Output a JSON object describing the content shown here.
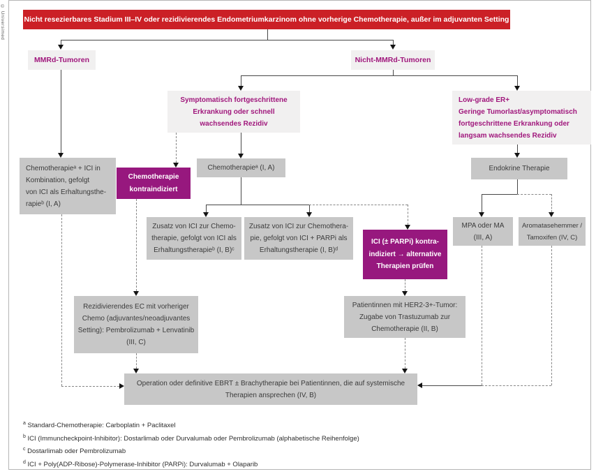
{
  "meta": {
    "copyright": "© Universimed"
  },
  "colors": {
    "red": "#cb2026",
    "magenta": "#97187e",
    "magenta_text": "#a0177c",
    "gray_box": "#c7c7c7",
    "light_box": "#f1f0f0"
  },
  "banner": {
    "text": "Nicht resezierbares Stadium III–IV oder rezidivierendes Endometriumkarzinom ohne vorherige Chemotherapie, außer im adjuvanten Setting"
  },
  "nodes": {
    "mmrd": {
      "label": "MMRd-Tumoren"
    },
    "nicht_mmrd": {
      "label": "Nicht-MMRd-Tumoren"
    },
    "symptomatisch": {
      "lines": [
        "Symptomatisch fortgeschrittene",
        "Erkrankung oder schnell",
        "wachsendes Rezidiv"
      ]
    },
    "low_grade": {
      "lines": [
        "Low-grade ER+",
        "Geringe Tumorlast/asymptomatisch",
        "fortgeschrittene Erkrankung oder",
        "langsam wachsendes Rezidiv"
      ]
    },
    "chemo_ici": {
      "lines": [
        "Chemotherapieᵃ + ICI in",
        "Kombination, gefolgt",
        "von ICI als Erhaltungsthe-",
        "rapieᵇ (I, A)"
      ]
    },
    "chemo_contra": {
      "lines": [
        "Chemotherapie",
        "kontraindiziert"
      ]
    },
    "chemo_std": {
      "label": "Chemotherapieᵃ (I, A)"
    },
    "endokrine": {
      "label": "Endokrine Therapie"
    },
    "zusatz_ici": {
      "lines": [
        "Zusatz von ICI zur Chemo-",
        "therapie, gefolgt von ICI als",
        "Erhaltungstherapieᵇ (I, B)ᶜ"
      ]
    },
    "zusatz_parpi": {
      "lines": [
        "Zusatz von ICI zur Chemothera-",
        "pie, gefolgt von ICI + PARPi als",
        "Erhaltungstherapie (I, B)ᵈ"
      ]
    },
    "ici_contra": {
      "lines": [
        "ICI (± PARPi) kontra-",
        "indiziert → alternative",
        "Therapien prüfen"
      ]
    },
    "mpa": {
      "lines": [
        "MPA oder MA",
        "(III, A)"
      ]
    },
    "aromatase": {
      "lines": [
        "Aromatasehemmer /",
        "Tamoxifen (IV, C)"
      ]
    },
    "rezidiv": {
      "lines": [
        "Rezidivierendes EC mit vorheriger",
        "Chemo (adjuvantes/neoadjuvantes",
        "Setting): Pembrolizumab + Lenvatinib",
        "(III, C)"
      ]
    },
    "her2": {
      "lines": [
        "Patientinnen mit HER2-3+-Tumor:",
        "Zugabe von Trastuzumab zur",
        "Chemotherapie (II, B)"
      ]
    },
    "operation": {
      "lines": [
        "Operation oder definitive EBRT ± Brachytherapie bei Patientinnen, die auf systemische",
        "Therapien ansprechen (IV, B)"
      ]
    }
  },
  "footnotes": [
    {
      "marker": "a",
      "text": "Standard-Chemotherapie: Carboplatin + Paclitaxel"
    },
    {
      "marker": "b",
      "text": "ICI (Immuncheckpoint-Inhibitor): Dostarlimab oder Durvalumab oder Pembrolizumab (alphabetische Reihenfolge)"
    },
    {
      "marker": "c",
      "text": "Dostarlimab oder Pembrolizumab"
    },
    {
      "marker": "d",
      "text": "ICI + Poly(ADP-Ribose)-Polymerase-Inhibitor (PARPi): Durvalumab + Olaparib"
    }
  ]
}
